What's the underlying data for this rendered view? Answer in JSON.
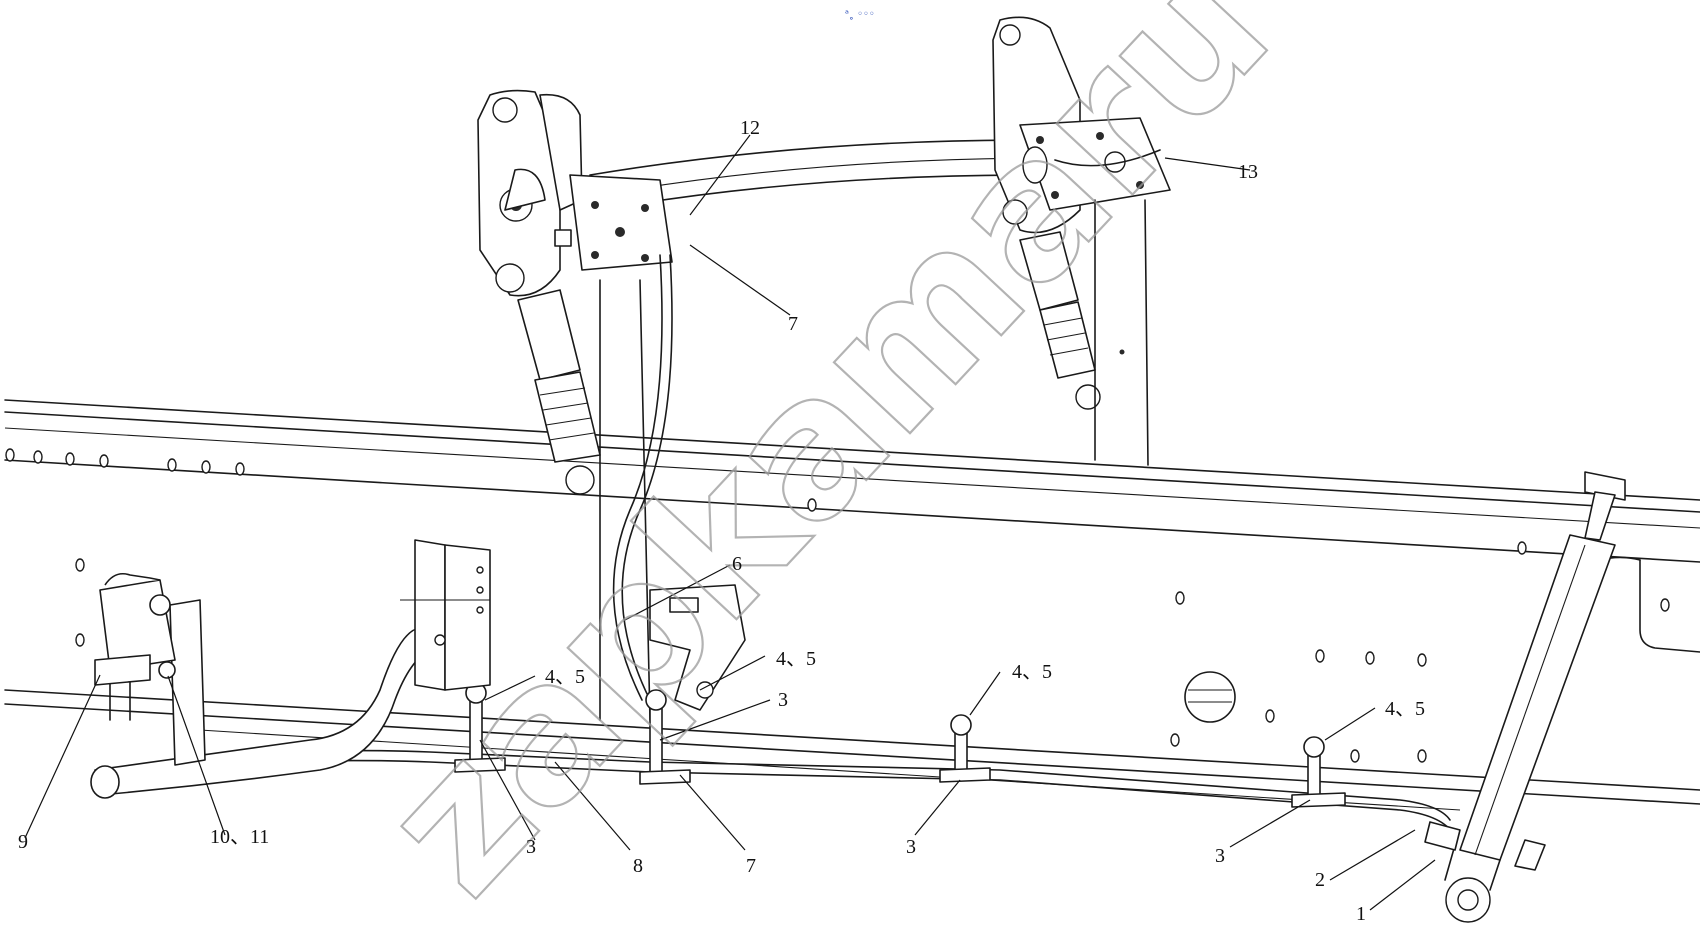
{
  "watermark": "zapkamaru",
  "top_mark": "ᵃ˳ ◦◦◦",
  "callouts": {
    "c1": "1",
    "c2": "2",
    "c3a": "3",
    "c3b": "3",
    "c3c": "3",
    "c3d": "3",
    "c45a": "4、5",
    "c45b": "4、5",
    "c45c": "4、5",
    "c45d": "4、5",
    "c6": "6",
    "c7a": "7",
    "c7b": "7",
    "c8": "8",
    "c9": "9",
    "c1011": "10、11",
    "c12": "12",
    "c13": "13"
  }
}
